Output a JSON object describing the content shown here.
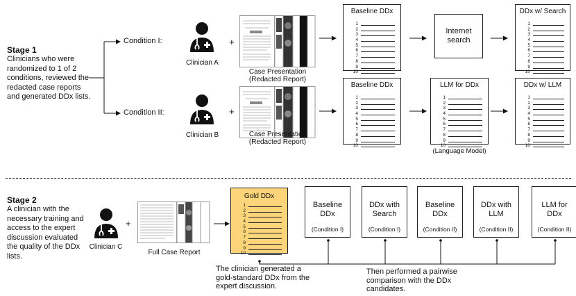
{
  "stage1": {
    "title": "Stage 1",
    "description": "Clinicians who were randomized to 1 of 2 conditions, reviewed the redacted case reports and generated DDx lists.",
    "condition1": "Condition I:",
    "condition2": "Condition II:",
    "clinician_a": "Clinician A",
    "clinician_b": "Clinician B",
    "plus": "+",
    "case_presentation_1": "Case Presentation",
    "case_presentation_2": "(Redacted Report)",
    "baseline_ddx": "Baseline DDx",
    "internet_search": "Internet search",
    "ddx_search": "DDx w/ Search",
    "llm_for_ddx": "LLM for DDx",
    "language_model": "(Language Model)",
    "ddx_llm": "DDx w/ LLM"
  },
  "stage2": {
    "title": "Stage 2",
    "description": "A clinician with the necessary training and access to the expert discussion evaluated the quality of the DDx lists.",
    "clinician_c": "Clinician C",
    "full_case_report": "Full Case Report",
    "gold_ddx": "Gold DDx",
    "gold_note": "The clinician generated a gold-standard DDx from the expert discussion.",
    "pairwise_note": "Then performed a pairwise comparison with the DDx candidates.",
    "candidates": [
      {
        "label": "Baseline\nDDx",
        "condition": "(Condition I)"
      },
      {
        "label": "DDx with\nSearch",
        "condition": "(Condition I)"
      },
      {
        "label": "Baseline\nDDx",
        "condition": "(Condition II)"
      },
      {
        "label": "DDx with\nLLM",
        "condition": "(Condition II)"
      },
      {
        "label": "LLM for\nDDx",
        "condition": "(Condition II)"
      }
    ]
  },
  "list_numbers": [
    "1",
    "2",
    "3",
    "4",
    "5",
    "6",
    "7",
    "8",
    "9",
    "10"
  ],
  "colors": {
    "gold_fill": "#fcd57a",
    "line": "#111111"
  }
}
